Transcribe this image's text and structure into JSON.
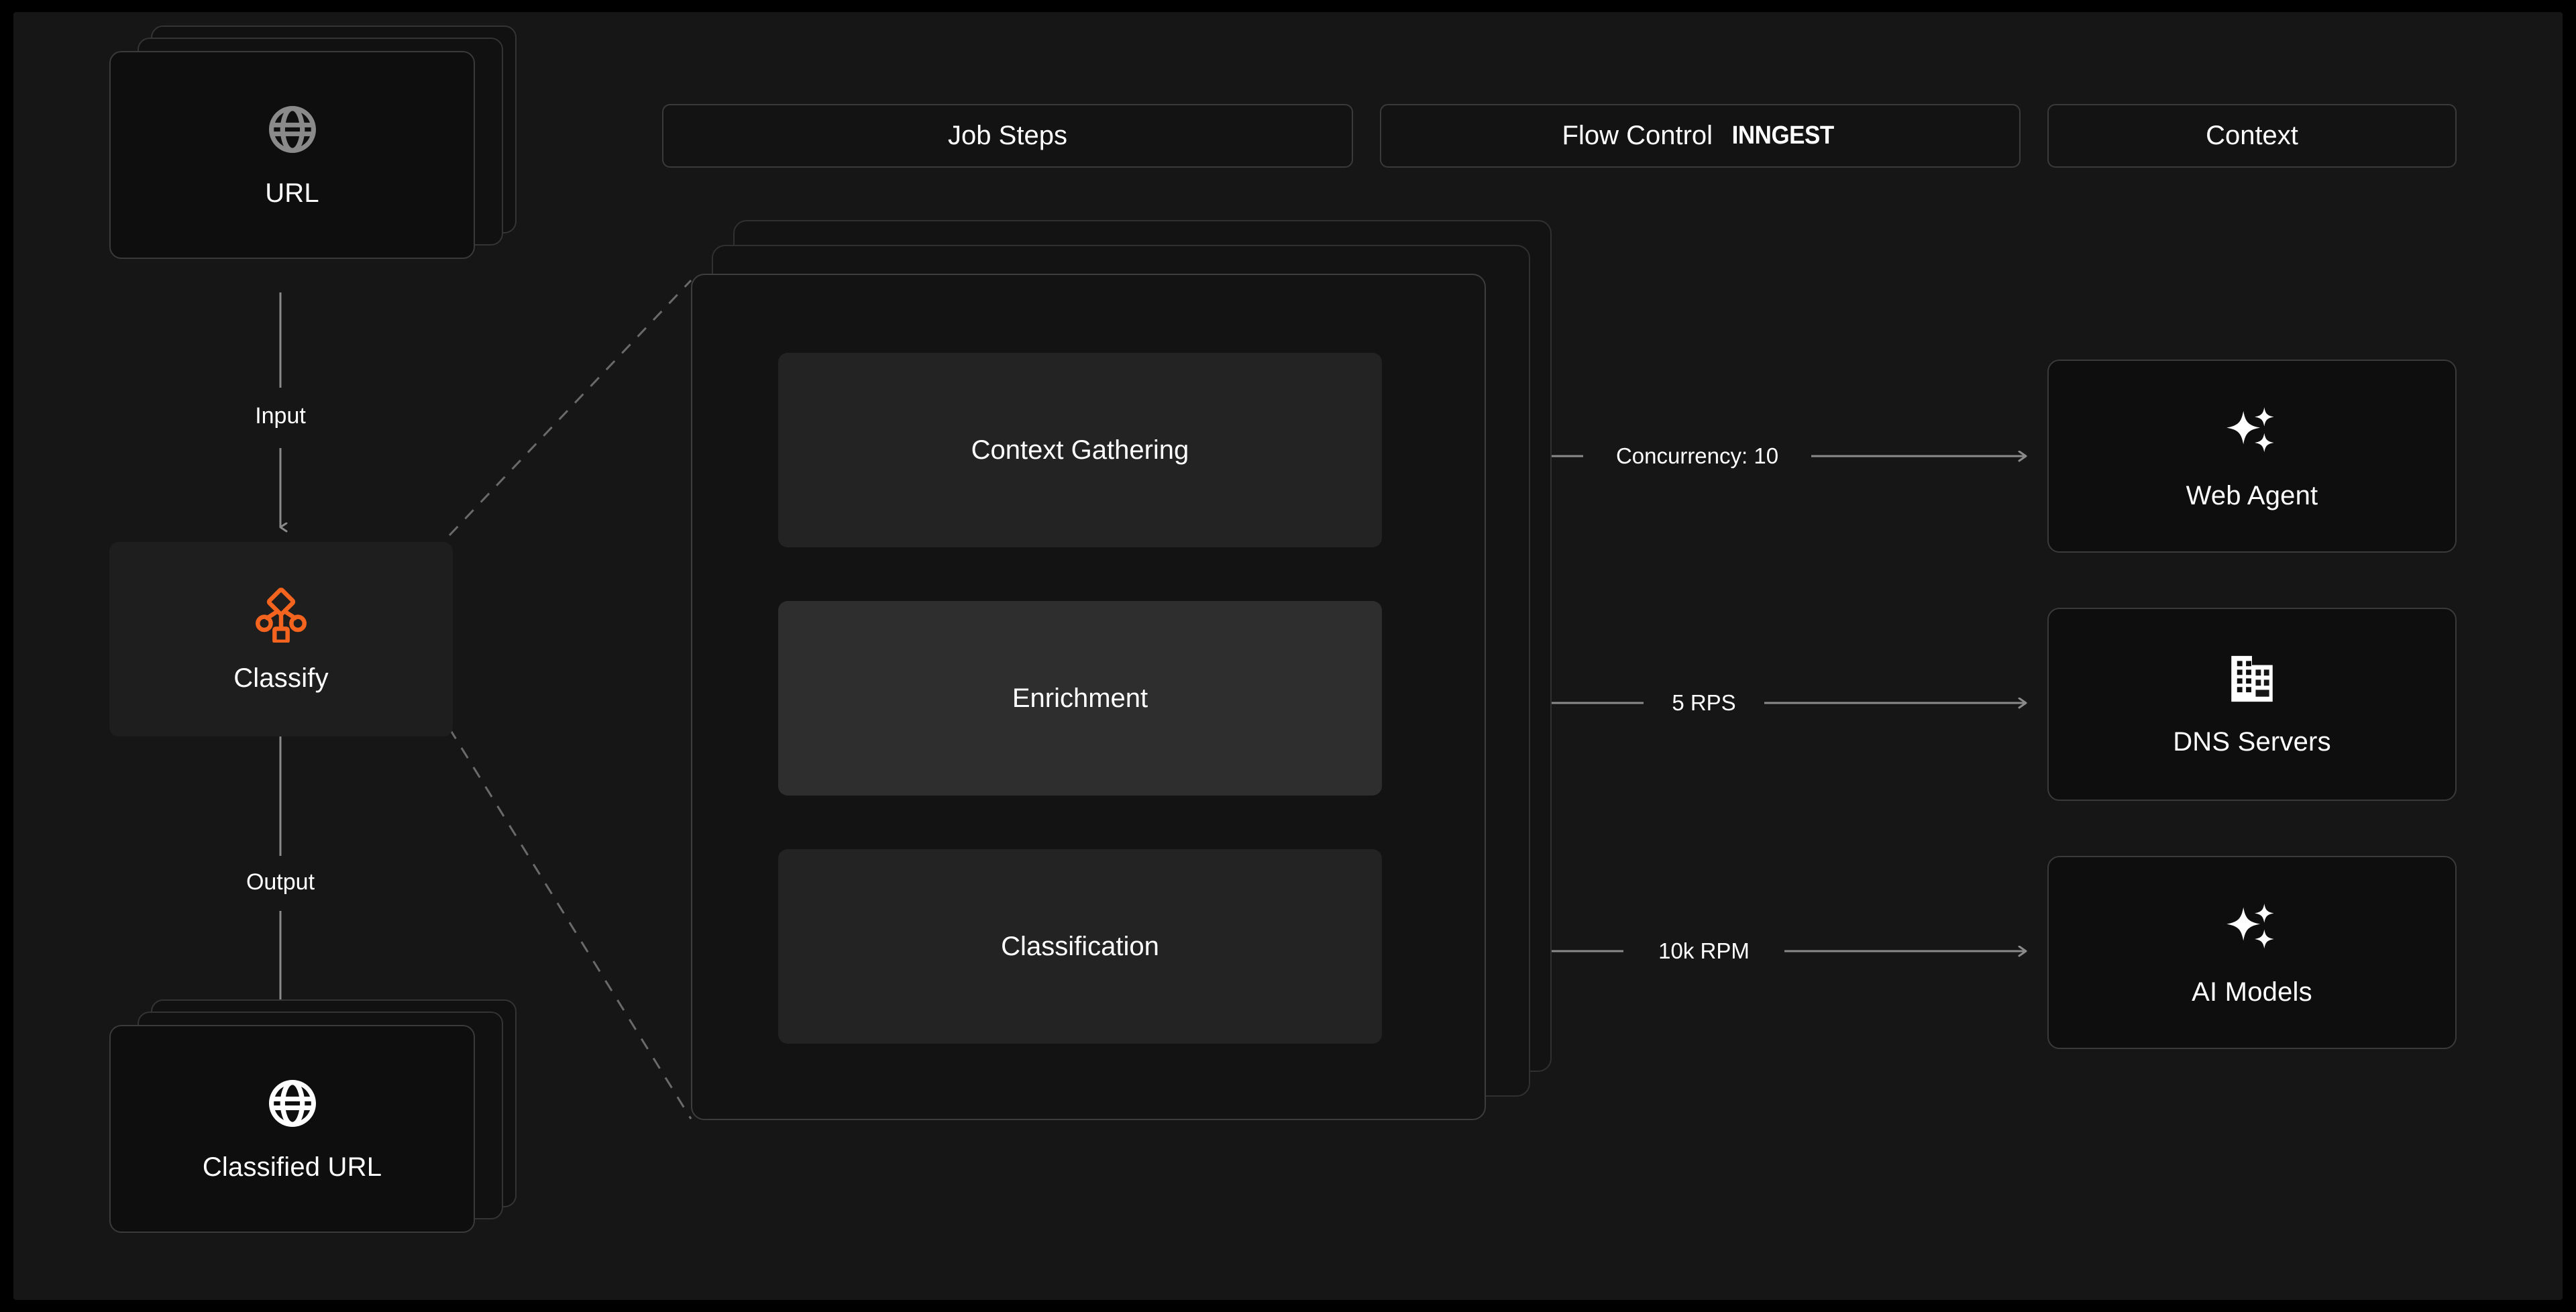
{
  "theme": {
    "background": "#161616",
    "card_bg": "#0e0e0e",
    "panel_bg": "#131313",
    "step_bg": "#232323",
    "step_bg_highlight": "#2e2e2e",
    "border": "#3a3a3a",
    "text": "#ffffff",
    "wire": "#8a8a8a",
    "accent_orange": "#f4641e",
    "icon_muted": "#8a8a8a"
  },
  "header": {
    "pills": [
      {
        "label": "Job Steps",
        "brand": ""
      },
      {
        "label": "Flow Control",
        "brand": "INNGEST"
      },
      {
        "label": "Context",
        "brand": ""
      }
    ]
  },
  "pipeline": {
    "input_node": {
      "label": "URL",
      "icon": "globe-icon",
      "icon_color": "#8a8a8a",
      "stacked": true
    },
    "input_edge_label": "Input",
    "process_node": {
      "label": "Classify",
      "icon": "classify-workflow-icon",
      "icon_color": "#f4641e",
      "stacked": false
    },
    "output_edge_label": "Output",
    "output_node": {
      "label": "Classified URL",
      "icon": "globe-icon",
      "icon_color": "#ffffff",
      "stacked": true
    }
  },
  "job_steps": {
    "stacked": true,
    "stack_count": 3,
    "steps": [
      {
        "label": "Context Gathering",
        "highlight": false
      },
      {
        "label": "Enrichment",
        "highlight": true
      },
      {
        "label": "Classification",
        "highlight": false
      }
    ]
  },
  "connections": [
    {
      "from": "Context Gathering",
      "label": "Concurrency: 10",
      "to": "Web Agent"
    },
    {
      "from": "Enrichment",
      "label": "5 RPS",
      "to": "DNS Servers"
    },
    {
      "from": "Classification",
      "label": "10k RPM",
      "to": "AI Models"
    }
  ],
  "context_nodes": [
    {
      "label": "Web Agent",
      "icon": "sparkles-icon"
    },
    {
      "label": "DNS Servers",
      "icon": "building-icon"
    },
    {
      "label": "AI Models",
      "icon": "sparkles-icon"
    }
  ]
}
